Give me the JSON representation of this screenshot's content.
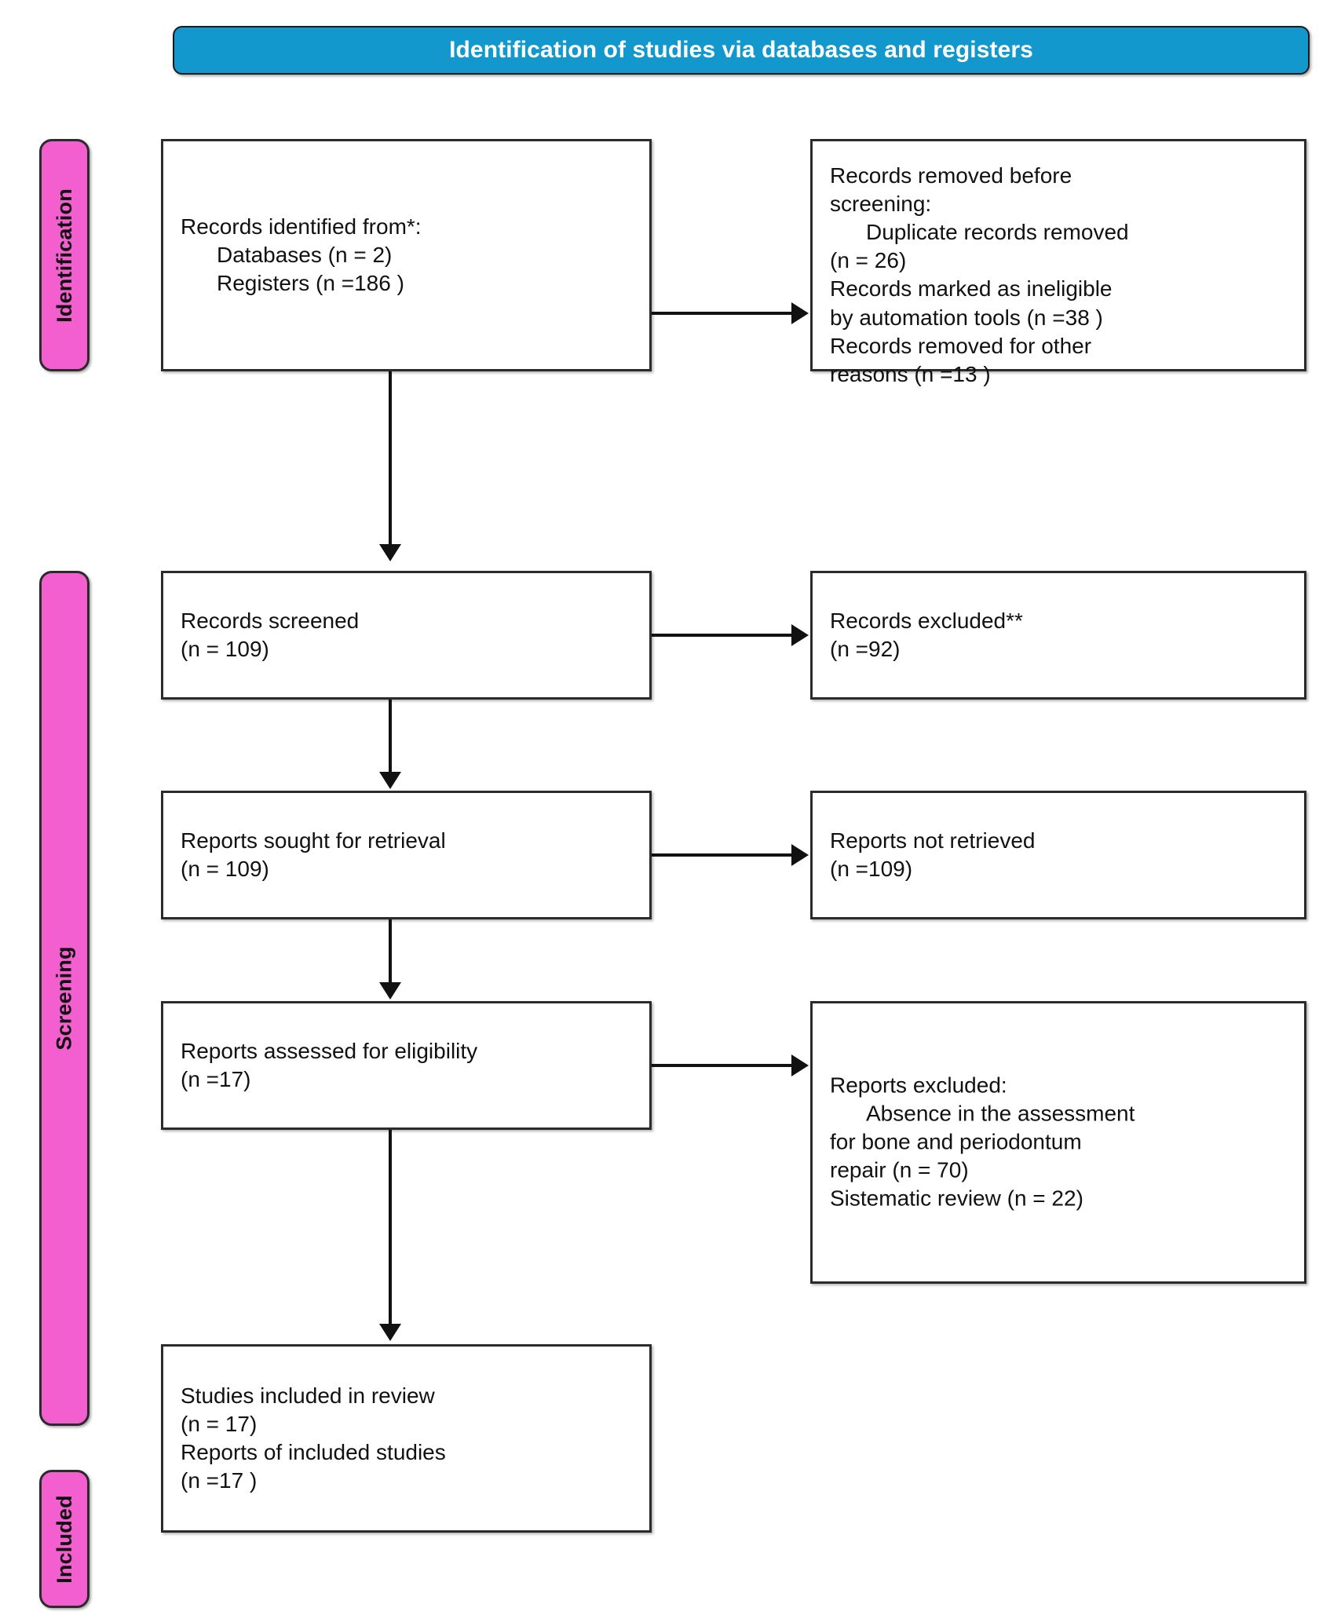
{
  "header": {
    "title": "Identification of studies via databases and registers",
    "background_color": "#1398cd",
    "text_color": "#ffffff"
  },
  "stages": {
    "accent_color": "#f45fd0",
    "identification": "Identification",
    "screening": "Screening",
    "included": "Included"
  },
  "boxes": {
    "identified": {
      "lines": [
        "Records identified from*:",
        "Databases (n = 2)",
        "Registers (n =186 )"
      ]
    },
    "removed": {
      "line1": "Records removed ",
      "line1_italic": "before",
      "line2_italic": "screening",
      "line2_tail": ":",
      "lines": [
        "Duplicate records removed",
        "(n = 26)",
        "Records marked as ineligible",
        "by automation tools (n =38 )",
        "Records removed for other",
        "reasons (n =13 )"
      ]
    },
    "screened": {
      "lines": [
        "Records screened",
        "(n = 109)"
      ]
    },
    "excluded": {
      "lines": [
        "Records excluded**",
        "(n =92)"
      ]
    },
    "sought": {
      "lines": [
        "Reports sought for retrieval",
        "(n = 109)"
      ]
    },
    "not_retrieved": {
      "lines": [
        "Reports not retrieved",
        "(n =109)"
      ]
    },
    "assessed": {
      "lines": [
        "Reports assessed for eligibility",
        "(n =17)"
      ]
    },
    "reports_excluded": {
      "lines": [
        "Reports excluded:",
        "Absence in the assessment",
        "for bone and periodontum",
        "repair (n = 70)",
        "Sistematic review (n = 22)"
      ]
    },
    "included": {
      "lines": [
        "Studies included in review",
        "(n = 17)",
        "Reports of included studies",
        "(n =17 )"
      ]
    }
  }
}
